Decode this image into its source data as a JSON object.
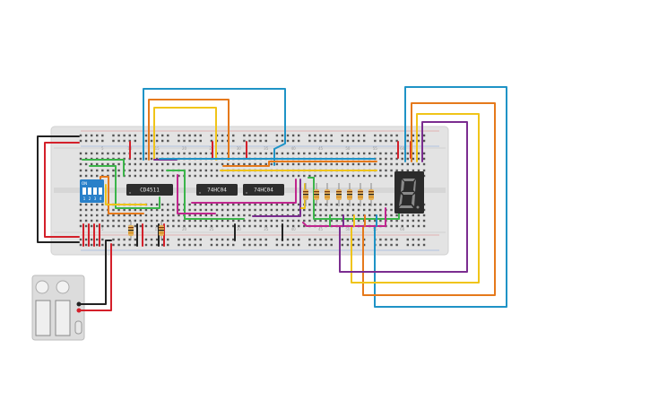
{
  "circuit": {
    "chips": [
      {
        "label": "CD4511"
      },
      {
        "label": "74HC04"
      },
      {
        "label": "74HC04"
      }
    ],
    "dip_switch": {
      "label": "ON",
      "positions": [
        "1",
        "2",
        "3",
        "4"
      ]
    },
    "display": {
      "digit": "8"
    },
    "column_numbers": [
      "5",
      "10",
      "15",
      "20",
      "25",
      "30",
      "35",
      "40",
      "45",
      "50",
      "55",
      "60"
    ],
    "colors": {
      "board": "#e3e3e3",
      "red": "#d4202a",
      "black": "#222222",
      "blue": "#1f93c6",
      "orange": "#e5791b",
      "yellow": "#f0c419",
      "purple": "#7b2d90",
      "green": "#3bb54a",
      "magenta": "#c0268e",
      "dip": "#2980c9"
    }
  }
}
